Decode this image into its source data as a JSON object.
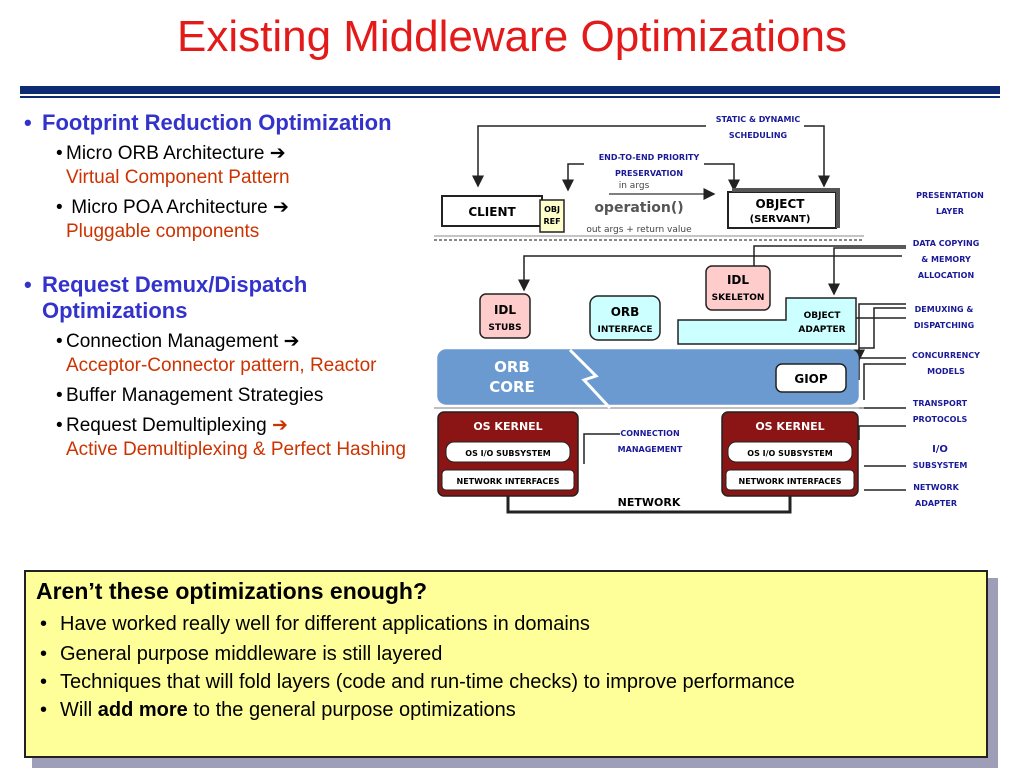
{
  "title": "Existing Middleware Optimizations",
  "left": {
    "section1": {
      "heading": "Footprint Reduction Optimization",
      "items": [
        {
          "text": "Micro ORB Architecture",
          "arrow": "➔",
          "sub": "Virtual Component Pattern"
        },
        {
          "text": "Micro POA Architecture",
          "arrow": "➔",
          "sub": "Pluggable components"
        }
      ]
    },
    "section2": {
      "heading": "Request Demux/Dispatch Optimizations",
      "items": [
        {
          "text": "Connection Management",
          "arrow": "➔",
          "sub": "Acceptor-Connector pattern, Reactor"
        },
        {
          "text": "Buffer Management Strategies"
        },
        {
          "text": "Request Demultiplexing",
          "arrow": "➔",
          "sub": "Active Demultiplexing & Perfect Hashing"
        }
      ]
    }
  },
  "diagram": {
    "client": "CLIENT",
    "obj_ref": [
      "OBJ",
      "REF"
    ],
    "operation": "operation()",
    "in_args": "in  args",
    "out_args": "out  args + return  value",
    "object": [
      "OBJECT",
      "(SERVANT)"
    ],
    "e2e": [
      "END-TO-END PRIORITY",
      "PRESERVATION"
    ],
    "scheduling": [
      "STATIC & DYNAMIC",
      "SCHEDULING"
    ],
    "idl_stubs": [
      "IDL",
      "STUBS"
    ],
    "orb_interface": [
      "ORB",
      "INTERFACE"
    ],
    "idl_skeleton": [
      "IDL",
      "SKELETON"
    ],
    "object_adapter": [
      "OBJECT",
      "ADAPTER"
    ],
    "orb_core": [
      "ORB",
      "CORE"
    ],
    "giop": "GIOP",
    "os_kernel": "OS  KERNEL",
    "os_io": "OS  I/O  SUBSYSTEM",
    "net_if": "NETWORK  INTERFACES",
    "network": "NETWORK",
    "conn_mgmt": [
      "CONNECTION",
      "MANAGEMENT"
    ],
    "right_labels": [
      [
        "PRESENTATION",
        "LAYER"
      ],
      [
        "DATA  COPYING",
        "& MEMORY",
        "ALLOCATION"
      ],
      [
        "DEMUXING &",
        "DISPATCHING"
      ],
      [
        "CONCURRENCY",
        "MODELS"
      ],
      [
        "TRANSPORT",
        "PROTOCOLS"
      ],
      [
        "I/O",
        "SUBSYSTEM"
      ],
      [
        "NETWORK",
        "ADAPTER"
      ]
    ],
    "colors": {
      "kernel": "#8b1414",
      "core": "#6a9ad0",
      "pink": "#ffcccc",
      "cyan": "#ccffff",
      "label": "#1a1a99"
    }
  },
  "callout": {
    "heading": "Aren’t these optimizations enough?",
    "lines": [
      "Have worked really well for different applications in domains",
      "General purpose middleware is still layered",
      "Techniques that will fold layers (code and run-time checks) to improve performance"
    ],
    "last": {
      "pre": "Will ",
      "bold": "add more",
      "post": " to the general purpose optimizations"
    }
  }
}
